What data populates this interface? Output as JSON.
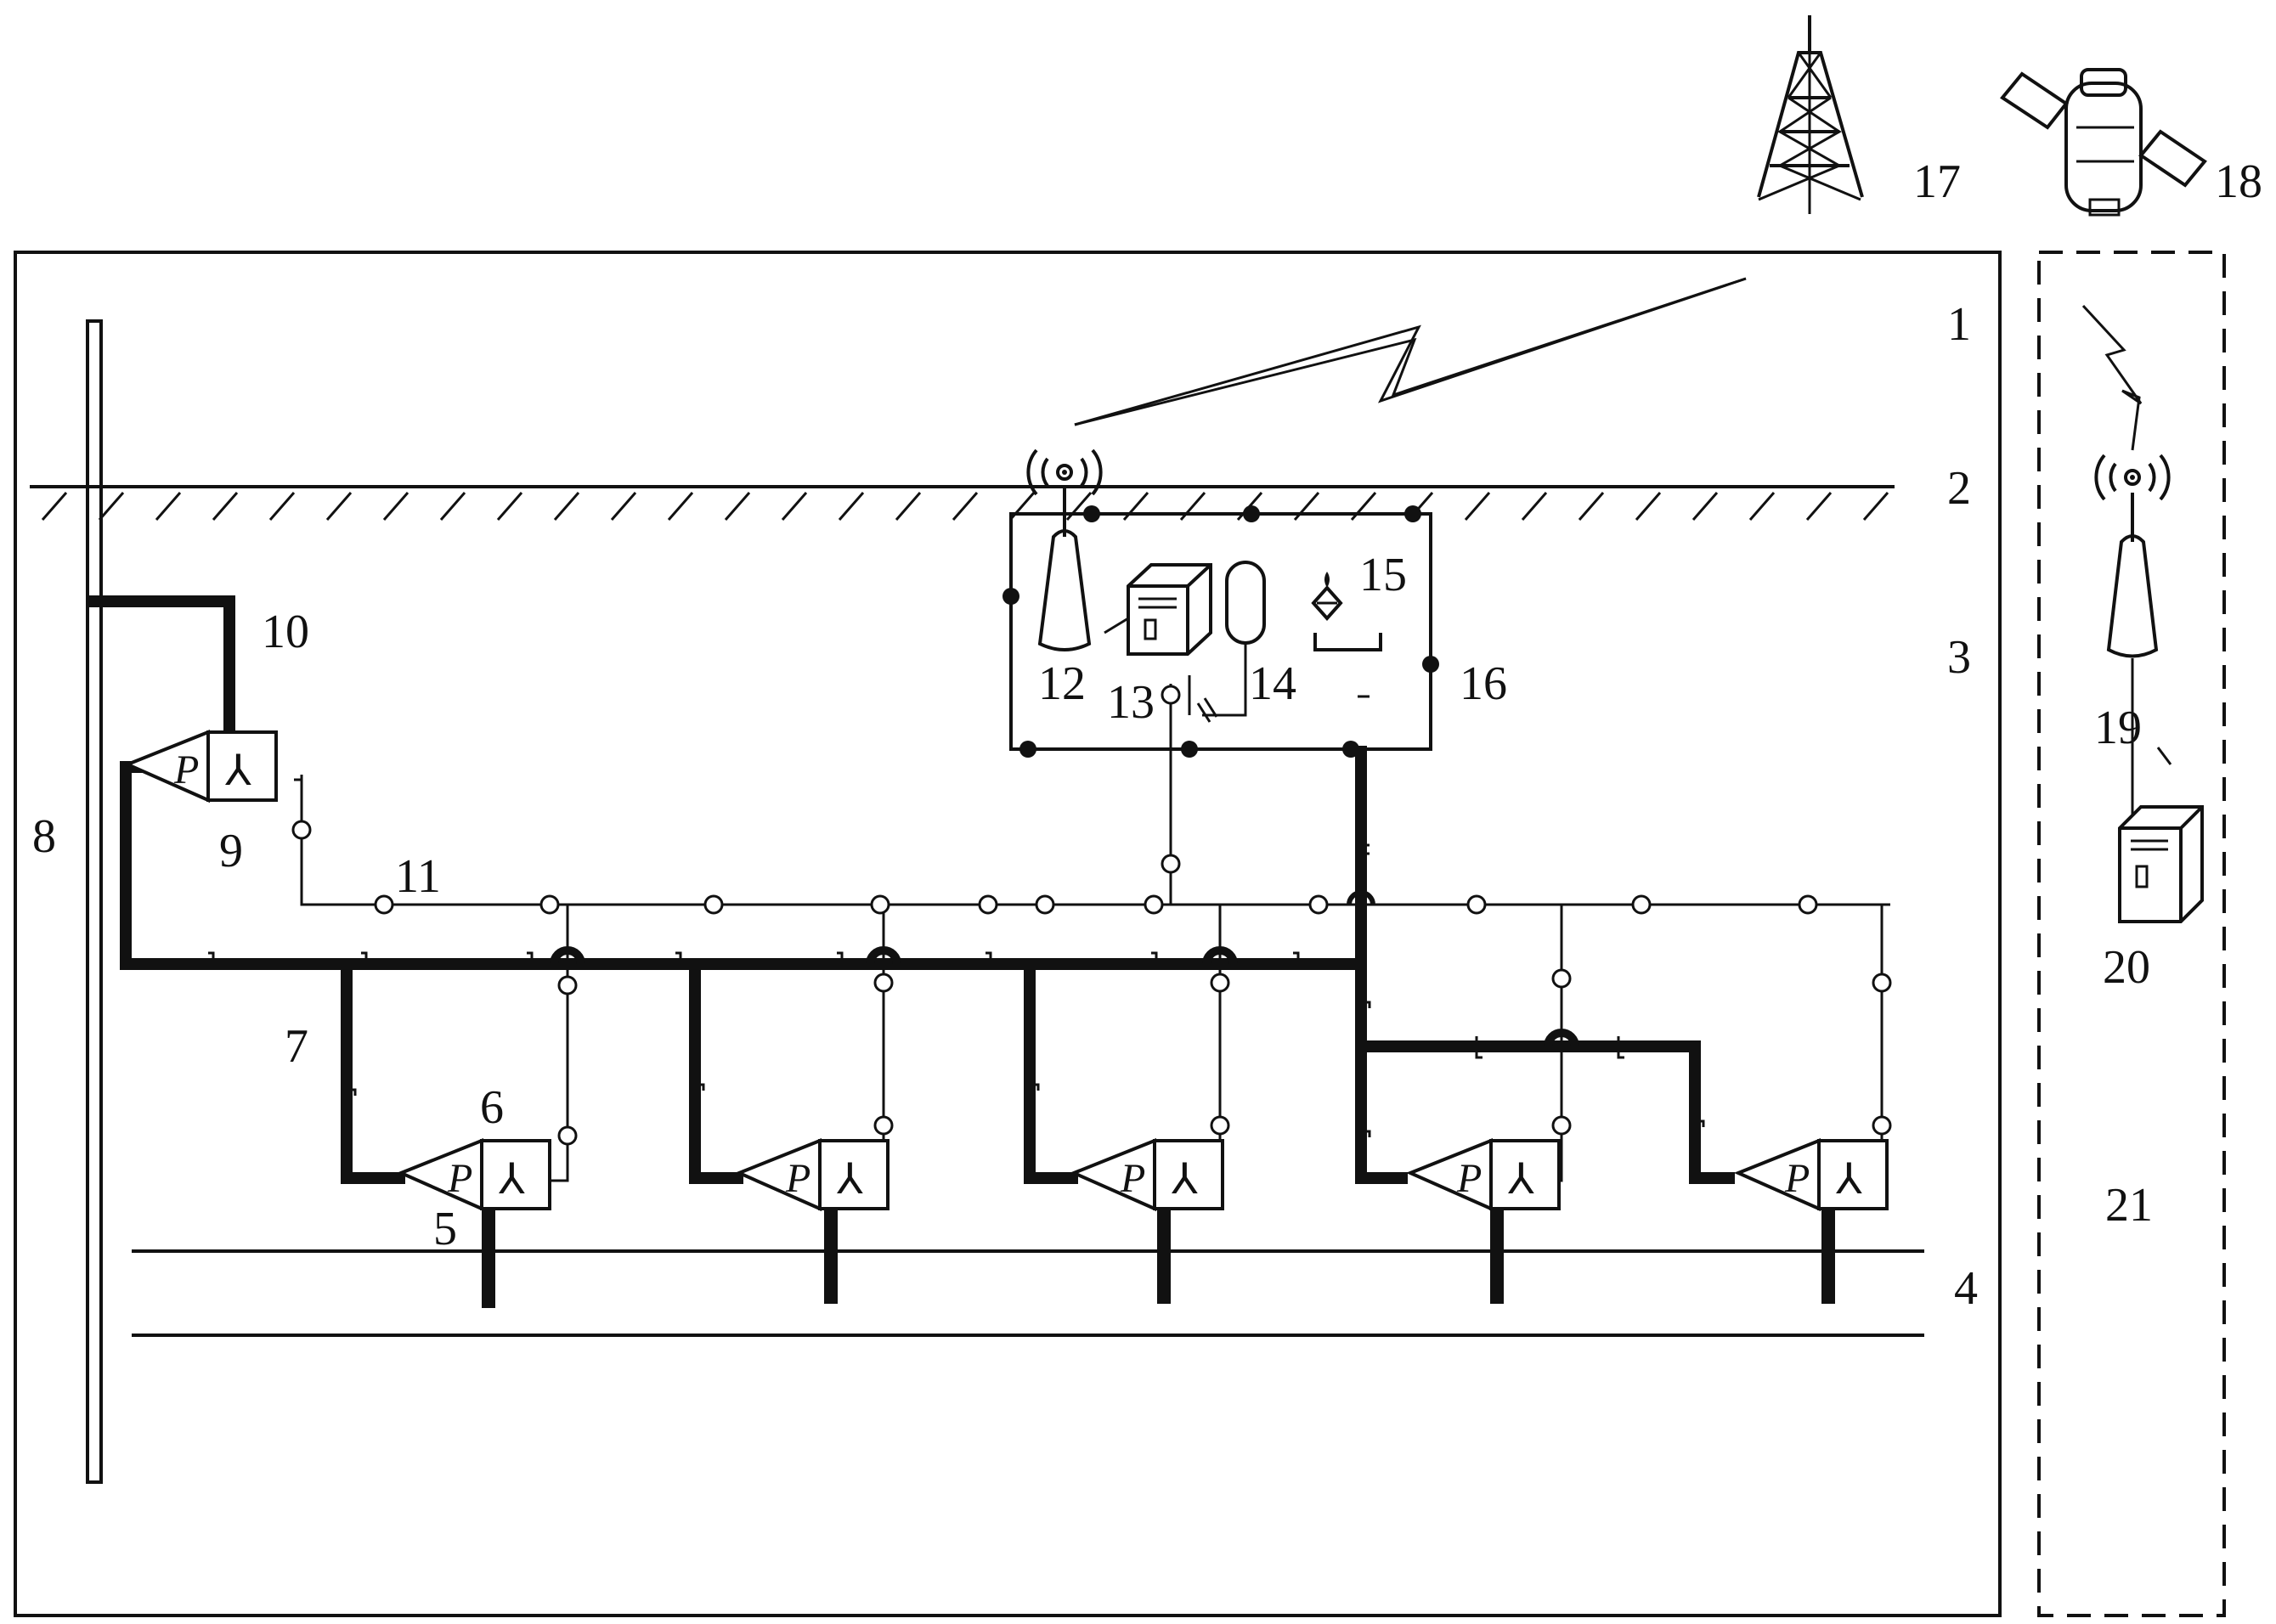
{
  "labels": {
    "l1": "1",
    "l2": "2",
    "l3": "3",
    "l4": "4",
    "l5": "5",
    "l6": "6",
    "l7": "7",
    "l8": "8",
    "l9": "9",
    "l10": "10",
    "l11": "11",
    "l12": "12",
    "l13": "13",
    "l14": "14",
    "l15": "15",
    "l16": "16",
    "l17": "17",
    "l18": "18",
    "l19": "19",
    "l20": "20",
    "l21": "21"
  },
  "symbols": {
    "pump_letter": "P",
    "pump_mark": "⅄"
  }
}
